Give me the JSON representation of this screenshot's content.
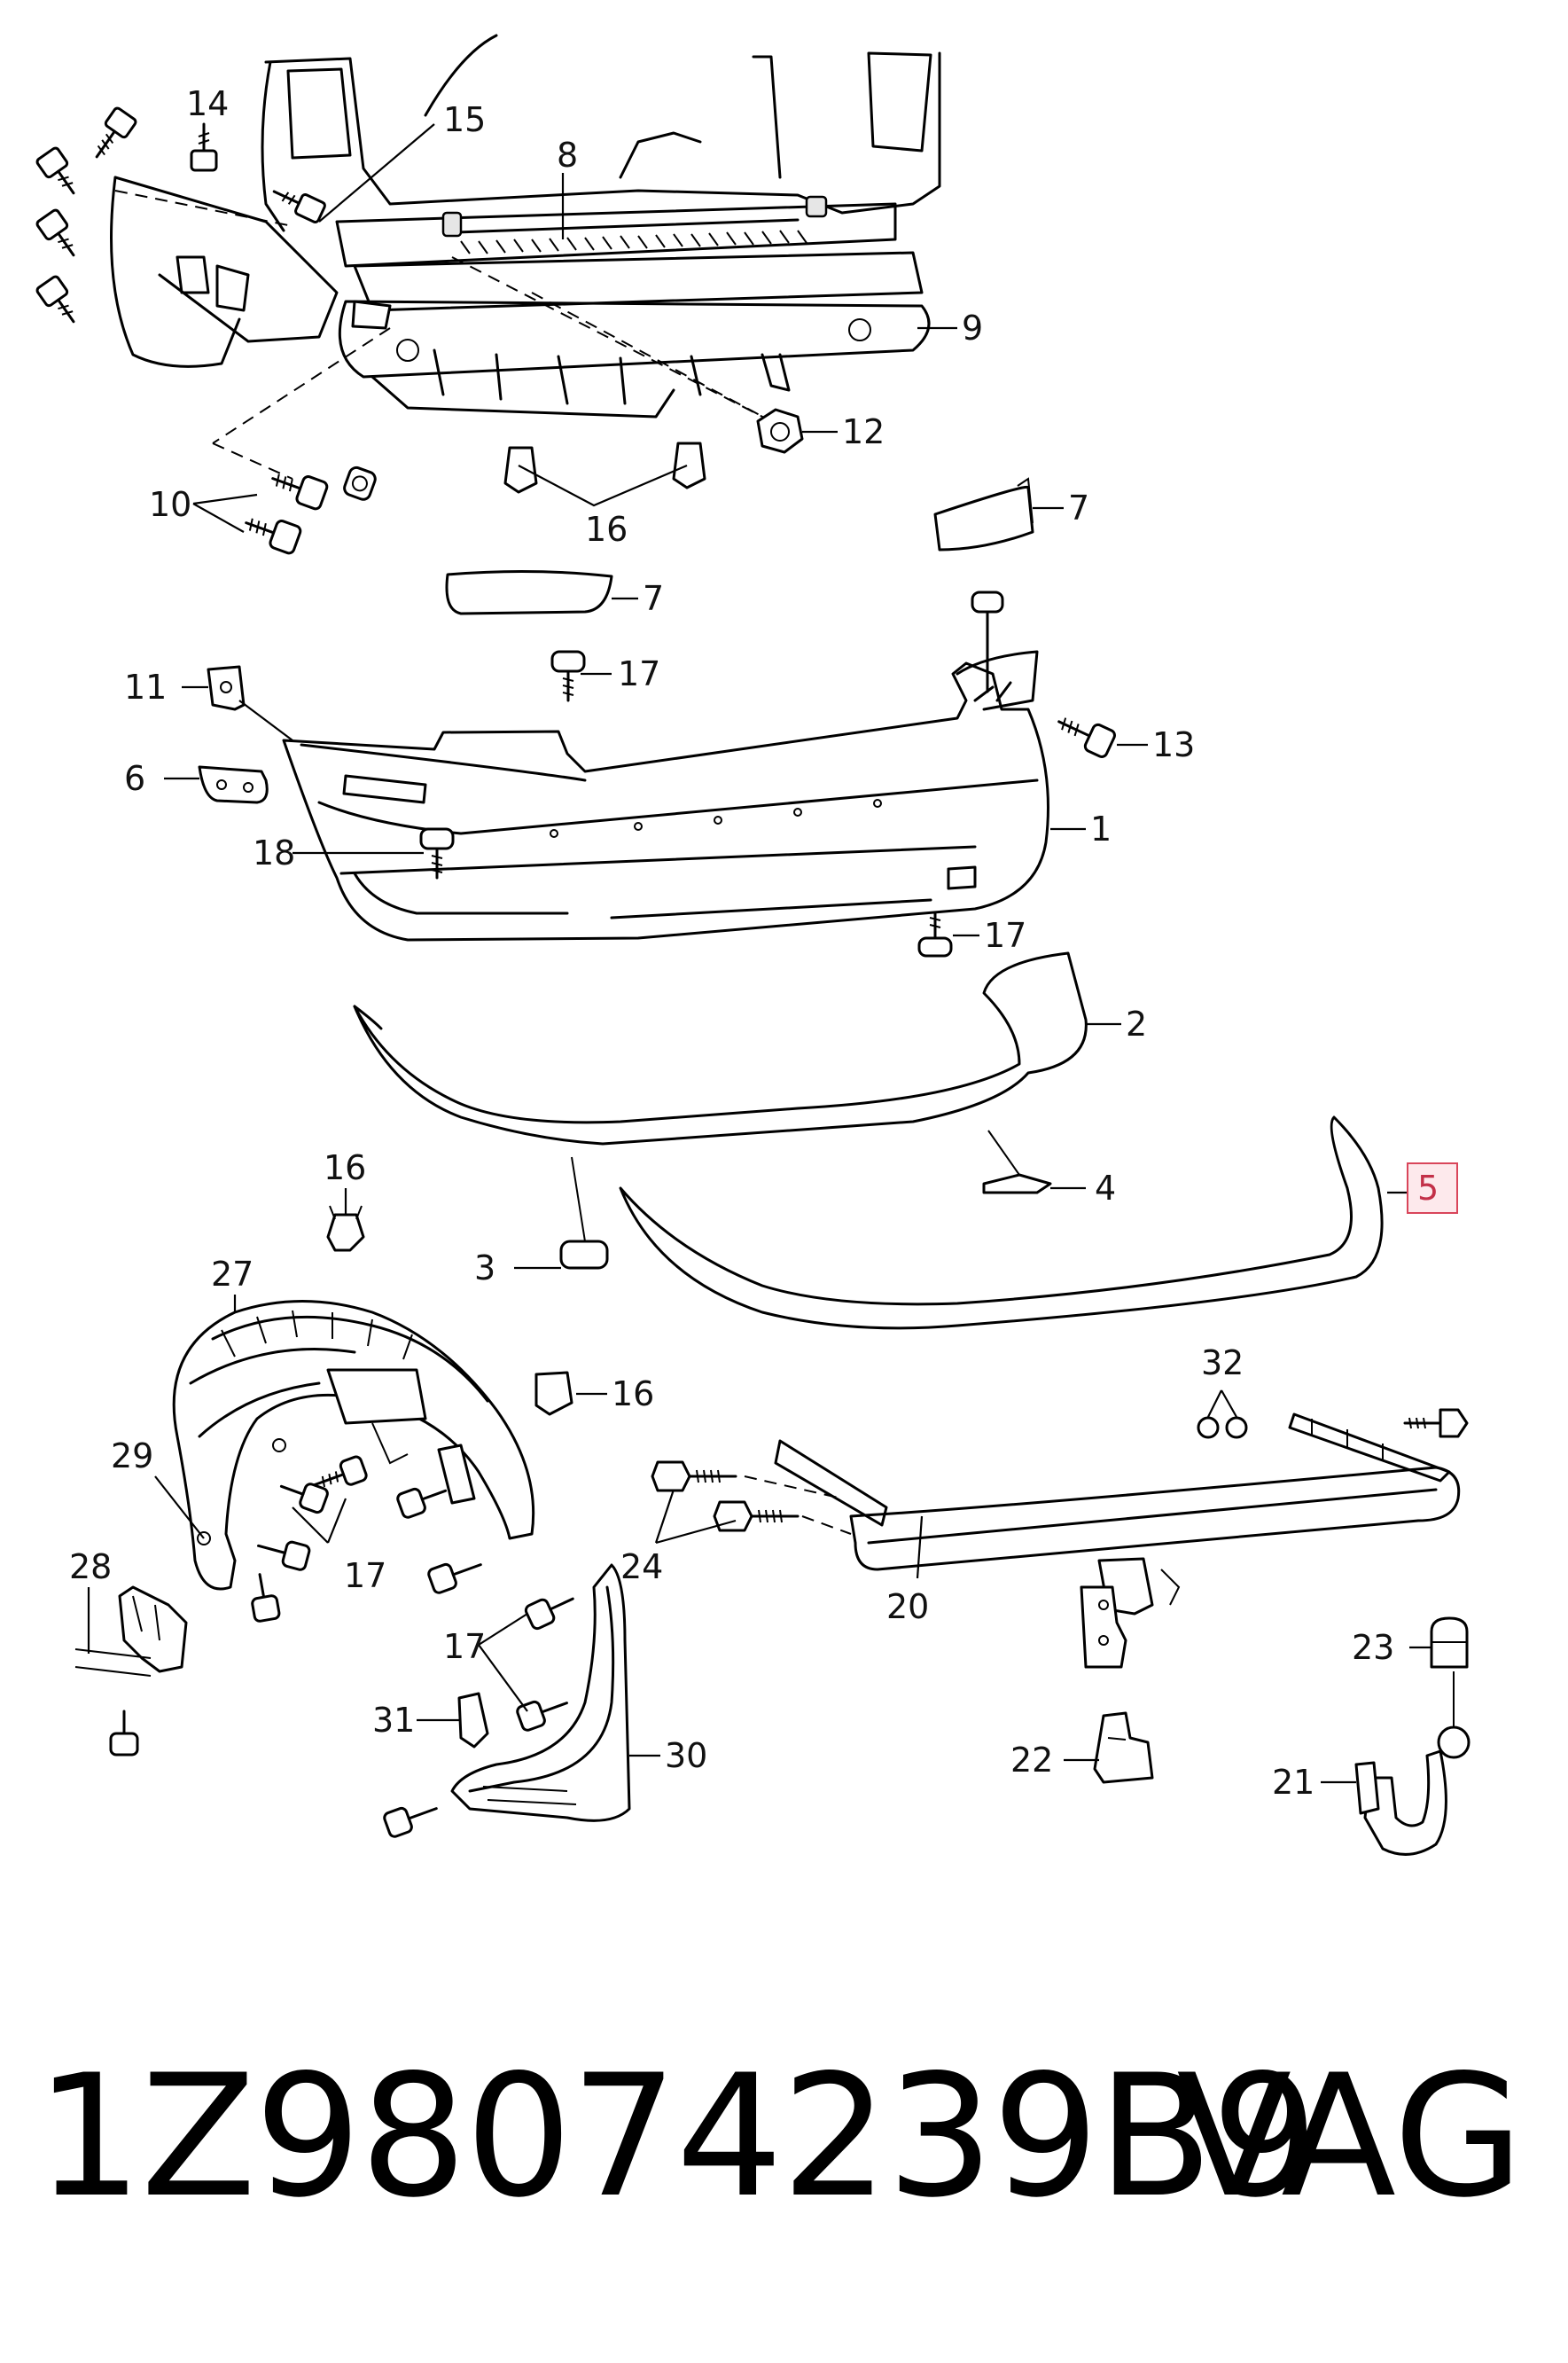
{
  "callouts": [
    "1",
    "2",
    "3",
    "4",
    "5",
    "6",
    "7",
    "8",
    "9",
    "10",
    "11",
    "12",
    "13",
    "14",
    "15",
    "16",
    "17",
    "18",
    "20",
    "21",
    "22",
    "23",
    "24",
    "27",
    "28",
    "29",
    "30",
    "31",
    "32"
  ],
  "highlight_callout": "5",
  "highlight_color": "#fde9ec",
  "highlight_border": "#d9455a",
  "part_number": "1Z98074239B9",
  "brand": "VAG"
}
